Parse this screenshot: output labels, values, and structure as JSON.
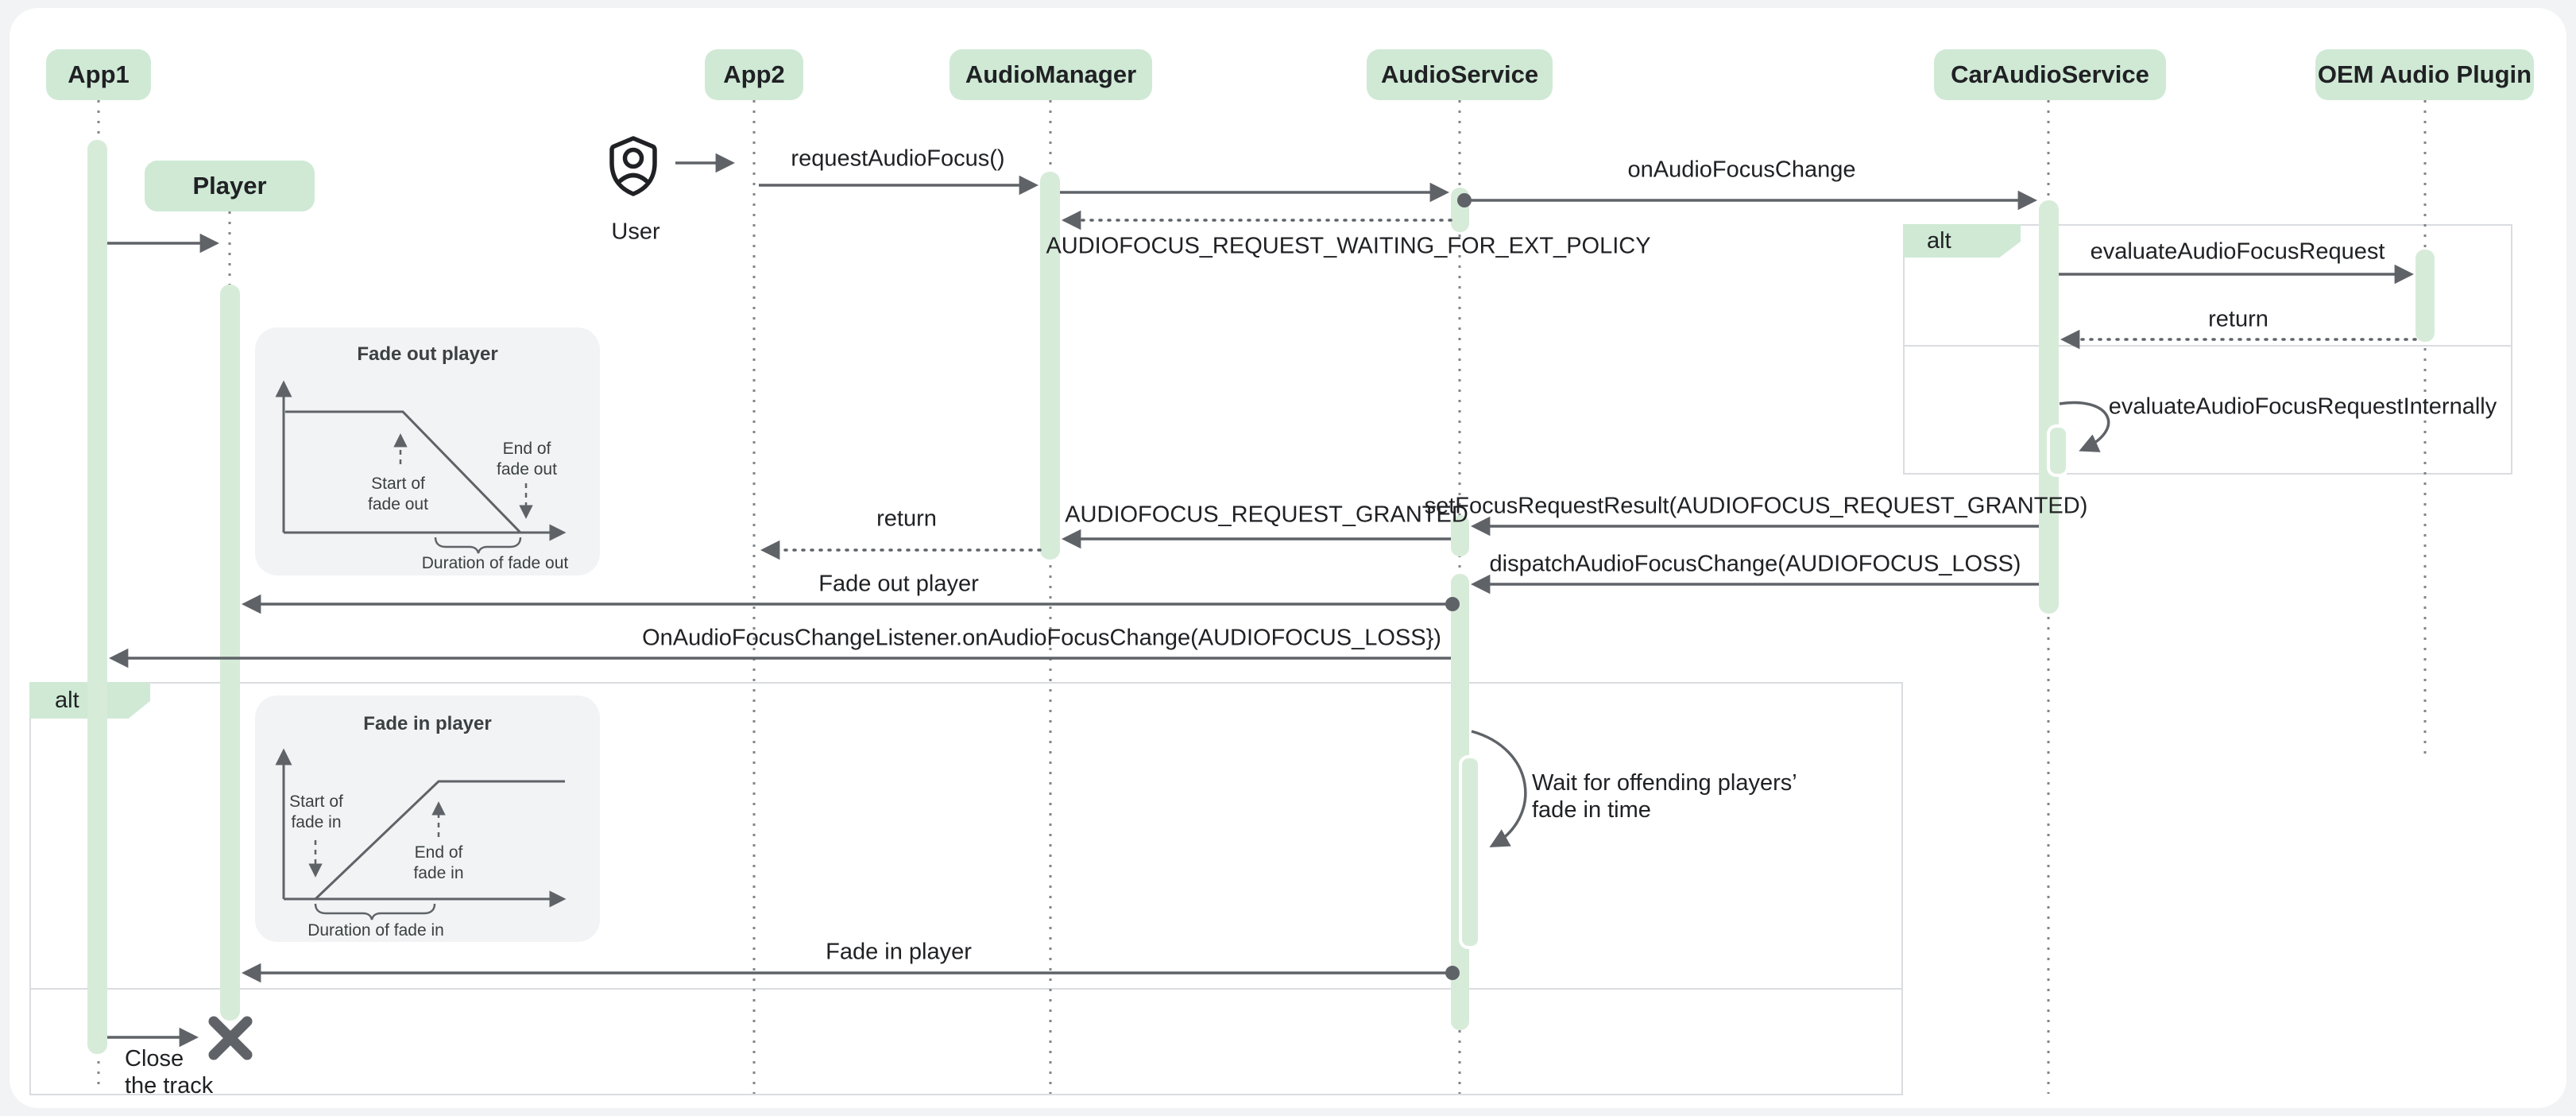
{
  "diagram": {
    "type": "uml-sequence-diagram",
    "participants": [
      {
        "id": "app1",
        "label": "App1"
      },
      {
        "id": "player",
        "label": "Player"
      },
      {
        "id": "app2",
        "label": "App2"
      },
      {
        "id": "audiomanager",
        "label": "AudioManager"
      },
      {
        "id": "audioservice",
        "label": "AudioService"
      },
      {
        "id": "caraudioservice",
        "label": "CarAudioService"
      },
      {
        "id": "oem_plugin",
        "label": "OEM Audio Plugin"
      }
    ],
    "actor": {
      "label": "User"
    },
    "fragments": {
      "alt1_label": "alt",
      "alt2_label": "alt"
    },
    "messages": {
      "request_audio_focus": "requestAudioFocus()",
      "on_audio_focus_change": "onAudioFocusChange",
      "waiting_policy": "AUDIOFOCUS_REQUEST_WAITING_FOR_EXT_POLICY",
      "evaluate_request": "evaluateAudioFocusRequest",
      "return_oem": "return",
      "evaluate_internally": "evaluateAudioFocusRequestInternally",
      "set_focus_result": "setFocusRequestResult(AUDIOFOCUS_REQUEST_GRANTED)",
      "request_granted": "AUDIOFOCUS_REQUEST_GRANTED",
      "return_app2": "return",
      "dispatch_change": "dispatchAudioFocusChange(AUDIOFOCUS_LOSS)",
      "fade_out_player": "Fade out player",
      "listener_callback": "OnAudioFocusChangeListener.onAudioFocusChange(AUDIOFOCUS_LOSS})",
      "wait_line1": "Wait for offending players’",
      "wait_line2": "fade in time",
      "fade_in_player": "Fade in player",
      "close_line1": "Close",
      "close_line2": "the track"
    },
    "insets": {
      "fade_out": {
        "title": "Fade out player",
        "start_l1": "Start of",
        "start_l2": "fade out",
        "end_l1": "End of",
        "end_l2": "fade out",
        "duration": "Duration of fade out"
      },
      "fade_in": {
        "title": "Fade in player",
        "start_l1": "Start of",
        "start_l2": "fade in",
        "end_l1": "End of",
        "end_l2": "fade in",
        "duration": "Duration of fade in"
      }
    },
    "colors": {
      "participant_fill": "#cfe9d5",
      "activation_fill": "#d7ebd9",
      "arrow": "#5f6368",
      "lifeline": "#80868b",
      "fragment_border": "#dadce0",
      "inset_background": "#f1f3f4",
      "text": "#202124",
      "canvas": "#ffffff",
      "page_background": "#f1f3f4"
    }
  }
}
